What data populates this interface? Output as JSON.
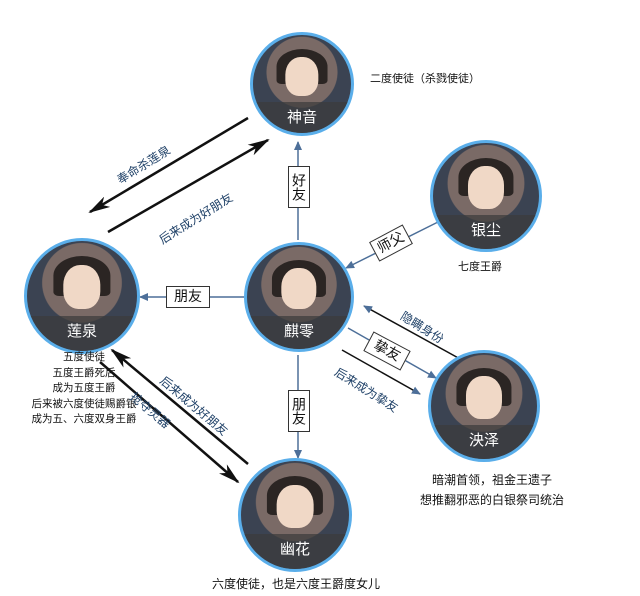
{
  "nodes": {
    "shenyin": {
      "name": "神音",
      "note": "二度使徒（杀戮使徒）"
    },
    "yinchen": {
      "name": "银尘",
      "note": "七度王爵"
    },
    "lianquan": {
      "name": "莲泉",
      "notes": [
        "五度使徒",
        "五度王爵死后",
        "成为五度王爵",
        "后来被六度使徒赐爵银",
        "成为五、六度双身王爵"
      ]
    },
    "qiling": {
      "name": "麒零"
    },
    "jueze": {
      "name": "泱泽",
      "notes": [
        "暗潮首领，祖金王遗子",
        "想推翻邪恶的白银祭司统治"
      ]
    },
    "youhua": {
      "name": "幽花",
      "note": "六度使徒，也是六度王爵度女儿"
    }
  },
  "relations": {
    "haoyou": "好友",
    "shifu": "师父",
    "pengyou_left": "朋友",
    "zhiyou": "挚友",
    "pengyou_down": "朋友"
  },
  "edge_labels": {
    "fengming": "奉命杀莲泉",
    "houlai_haopengyou_top": "后来成为好朋友",
    "yinman": "隐瞒身份",
    "houlai_zhiyou": "后来成为挚友",
    "houlai_haopengyou_bottom": "后来成为好朋友",
    "zhengduo": "抢夺灵器"
  },
  "colors": {
    "ring": "#5aaeea",
    "arrow_blue": "#4d6f99",
    "arrow_black": "#111111",
    "label_blue": "#1d3f66"
  }
}
